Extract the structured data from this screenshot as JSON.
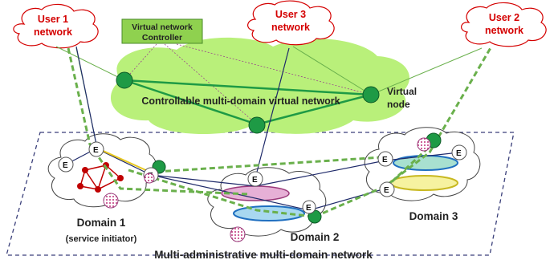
{
  "users": {
    "user1": {
      "line1": "User 1",
      "line2": "network"
    },
    "user3": {
      "line1": "User 3",
      "line2": "network"
    },
    "user2": {
      "line1": "User 2",
      "line2": "network"
    }
  },
  "controller": {
    "line1": "Virtual network",
    "line2": "Controller"
  },
  "virtual_network_label": "Controllable multi-domain virtual network",
  "virtual_node": {
    "line1": "Virtual",
    "line2": "node"
  },
  "domains": {
    "domain1": {
      "name": "Domain 1",
      "sub": "(service initiator)"
    },
    "domain2": {
      "name": "Domain 2"
    },
    "domain3": {
      "name": "Domain 3"
    }
  },
  "bottom_label": "Multi-administrative multi-domain network",
  "edge_node_label": "E",
  "colors": {
    "user_text": "#d40000",
    "virtual_cloud": "#b9f07a",
    "controller_fill": "#8fd14f",
    "virtual_node": "#1e9a45",
    "link_green": "#2e9e48",
    "dashed_green": "#6ab04c",
    "navy_line": "#1f2a6a",
    "red_mesh": "#c00000"
  },
  "icons": {
    "user_cloud": "cloud-outline-icon",
    "virtual_node": "green-node-icon",
    "edge_node": "edge-node-icon",
    "router": "router-icon"
  }
}
